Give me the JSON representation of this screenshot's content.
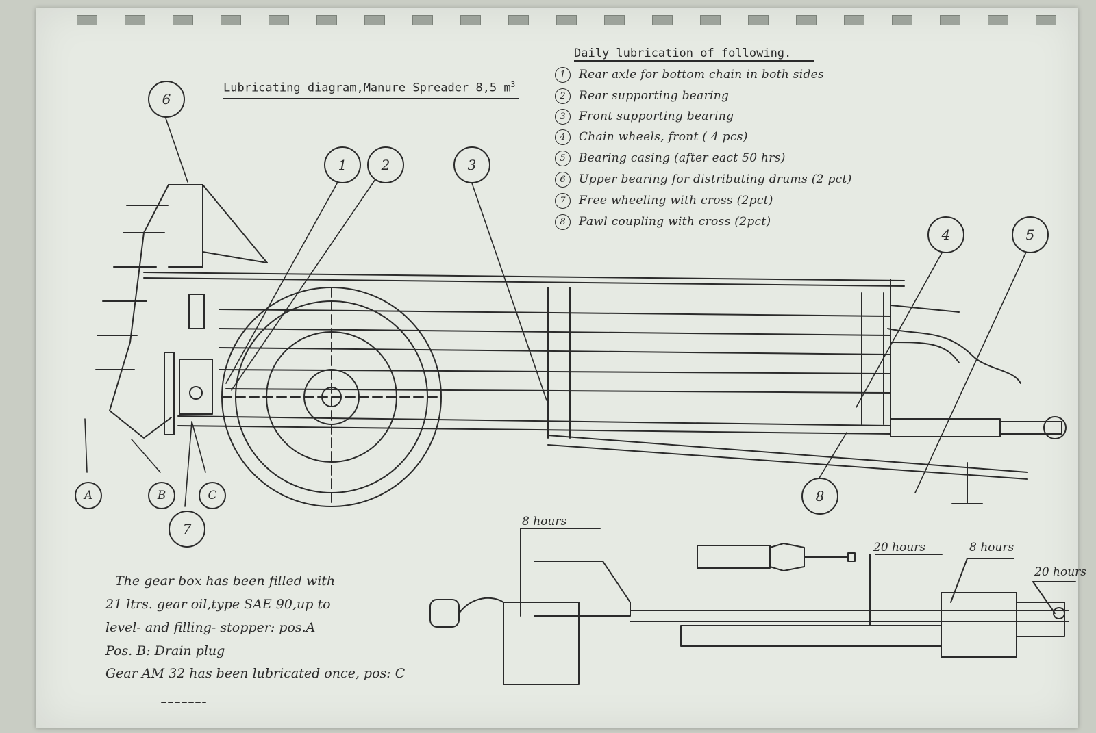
{
  "title": {
    "text": "Lubricating diagram,Manure Spreader 8,5 m",
    "sup": "3"
  },
  "lubrication": {
    "heading": "Daily lubrication of following.",
    "items": [
      {
        "num": "1",
        "text": "Rear axle for bottom chain in both sides"
      },
      {
        "num": "2",
        "text": "Rear supporting bearing"
      },
      {
        "num": "3",
        "text": "Front supporting bearing"
      },
      {
        "num": "4",
        "text": "Chain wheels, front ( 4 pcs)"
      },
      {
        "num": "5",
        "text": "Bearing casing (after eact 50 hrs)"
      },
      {
        "num": "6",
        "text": "Upper bearing for distributing drums (2 pct)"
      },
      {
        "num": "7",
        "text": "Free wheeling with cross (2pct)"
      },
      {
        "num": "8",
        "text": "Pawl coupling with cross (2pct)"
      }
    ]
  },
  "callouts": {
    "c1": "1",
    "c2": "2",
    "c3": "3",
    "c4": "4",
    "c5": "5",
    "c6": "6",
    "c7": "7",
    "c8": "8",
    "cA": "A",
    "cB": "B",
    "cC": "C"
  },
  "intervals": {
    "h8a": "8   hours",
    "h20a": "20 hours",
    "h8b": "8 hours",
    "h20b": "20 hours"
  },
  "notes": [
    "The gear box has been filled with",
    "21 ltrs. gear oil,type SAE 90,up to",
    "level- and filling- stopper: pos.A",
    "Pos. B: Drain plug",
    "Gear AM 32 has been lubricated once, pos: C"
  ]
}
